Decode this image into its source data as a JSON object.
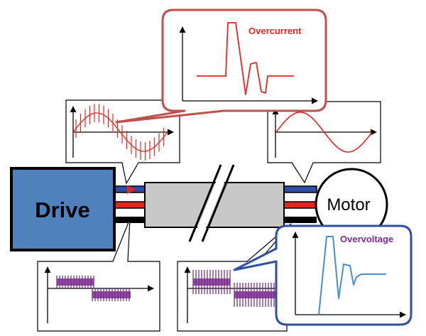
{
  "labels": {
    "drive": "Drive",
    "motor": "Motor",
    "overcurrent": "Overcurrent",
    "overvoltage": "Overvoltage"
  },
  "colors": {
    "drive_fill": "#4F81BD",
    "drive_border": "#000000",
    "cable_fill": "#C8C8C8",
    "wire_blue": "#2E4DA7",
    "wire_red": "#E8251E",
    "wire_black": "#000000",
    "overcurrent_border": "#C0504D",
    "overcurrent_text": "#E8251E",
    "overvoltage_border": "#2F4FA3",
    "overvoltage_text": "#7B2C8E",
    "overvoltage_wave": "#4A8CD0",
    "pwm_wave": "#7B2C8E",
    "sine_wave": "#E8251E"
  }
}
